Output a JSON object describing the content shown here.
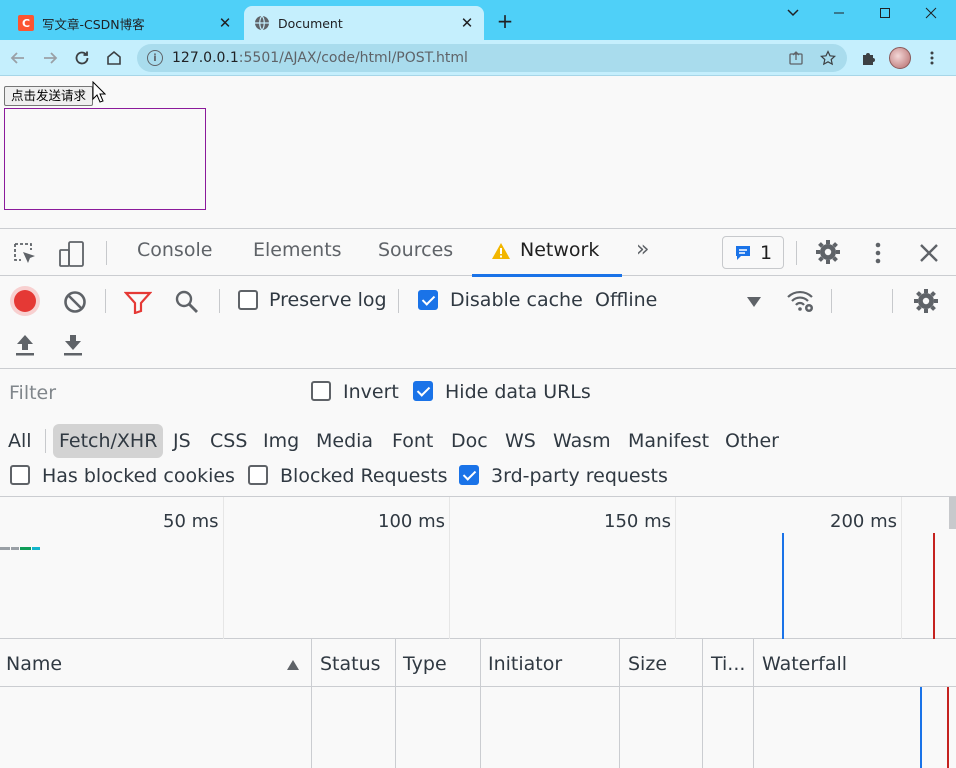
{
  "browser": {
    "tabs": [
      {
        "title": "写文章-CSDN博客",
        "favicon": "C",
        "favicon_color": "#fc5531",
        "active": false
      },
      {
        "title": "Document",
        "favicon": "globe-icon",
        "active": true
      }
    ],
    "new_tab_glyph": "+",
    "url_host": "127.0.0.1",
    "url_rest": ":5501/AJAX/code/html/POST.html"
  },
  "page": {
    "button_label": "点击发送请求"
  },
  "devtools": {
    "tabs": [
      "Console",
      "Elements",
      "Sources",
      "Network"
    ],
    "active_tab": "Network",
    "more_tabs_glyph": "»",
    "issues_count": "1",
    "toolbar": {
      "preserve_log": "Preserve log",
      "preserve_log_checked": false,
      "disable_cache": "Disable cache",
      "disable_cache_checked": true,
      "throttling": "Offline"
    },
    "filter": {
      "placeholder": "Filter",
      "invert": "Invert",
      "invert_checked": false,
      "hide_data_urls": "Hide data URLs",
      "hide_data_urls_checked": true,
      "types": [
        "All",
        "Fetch/XHR",
        "JS",
        "CSS",
        "Img",
        "Media",
        "Font",
        "Doc",
        "WS",
        "Wasm",
        "Manifest",
        "Other"
      ],
      "active_type": "Fetch/XHR",
      "has_blocked_cookies": "Has blocked cookies",
      "blocked_requests": "Blocked Requests",
      "third_party": "3rd-party requests",
      "third_party_checked": true
    },
    "overview": {
      "ticks": [
        "50 ms",
        "100 ms",
        "150 ms",
        "200 ms"
      ]
    },
    "table": {
      "columns": [
        "Name",
        "Status",
        "Type",
        "Initiator",
        "Size",
        "Ti...",
        "Waterfall"
      ]
    }
  },
  "colors": {
    "record": "#e53935",
    "accent": "#1a73e8",
    "tab_strip": "#4fd0f8",
    "toolbar": "#c5effd"
  }
}
